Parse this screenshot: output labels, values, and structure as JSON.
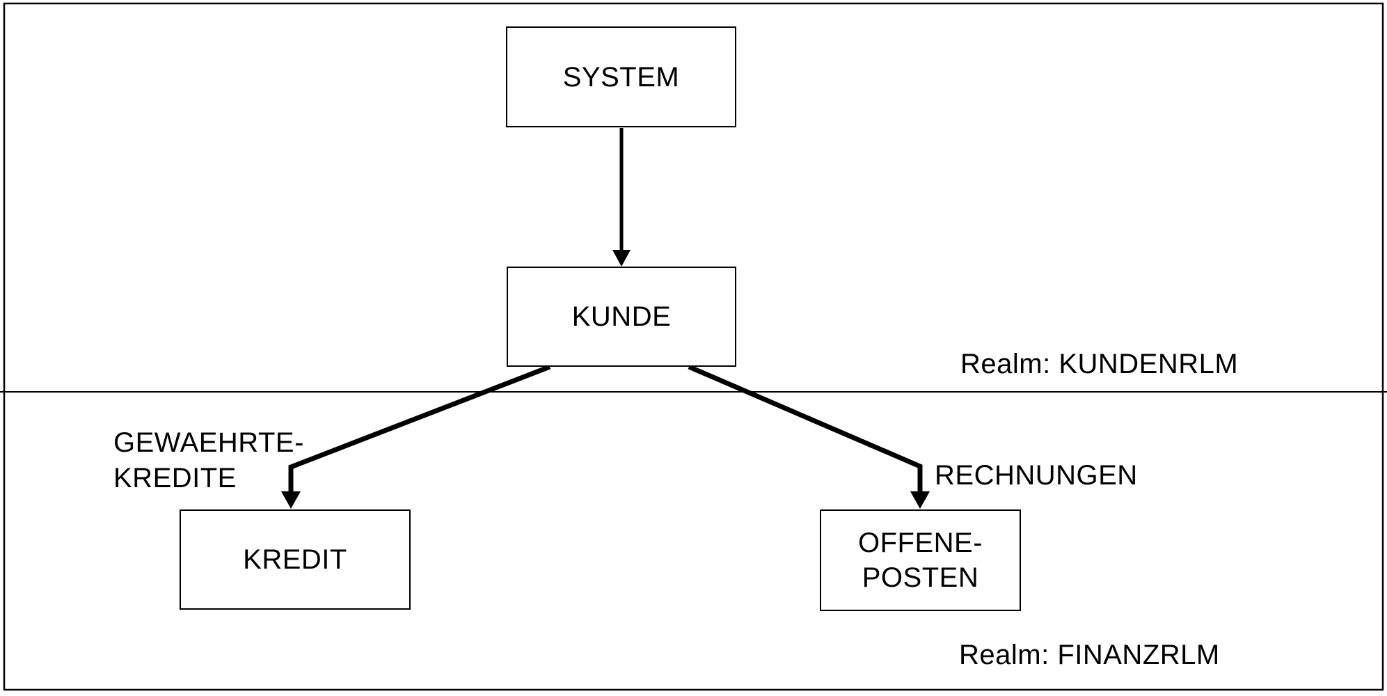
{
  "diagram": {
    "title": "record-type-hierarchy",
    "nodes": {
      "system": {
        "label": "SYSTEM"
      },
      "kunde": {
        "label": "KUNDE"
      },
      "kredit": {
        "label": "KREDIT"
      },
      "offene_posten": {
        "label": "OFFENE-\nPOSTEN"
      }
    },
    "edges": {
      "system_kunde": {
        "label": ""
      },
      "gewaehrte_kredite": {
        "label": "GEWAEHRTE-\nKREDITE",
        "from": "KUNDE",
        "to": "KREDIT"
      },
      "rechnungen": {
        "label": "RECHNUNGEN",
        "from": "KUNDE",
        "to": "OFFENE-POSTEN"
      }
    },
    "realms": {
      "kundenrlm": {
        "label": "Realm: KUNDENRLM"
      },
      "finanzrlm": {
        "label": "Realm: FINANZRLM"
      }
    },
    "colors": {
      "line": "#000000",
      "text": "#000000",
      "background": "#ffffff"
    }
  }
}
